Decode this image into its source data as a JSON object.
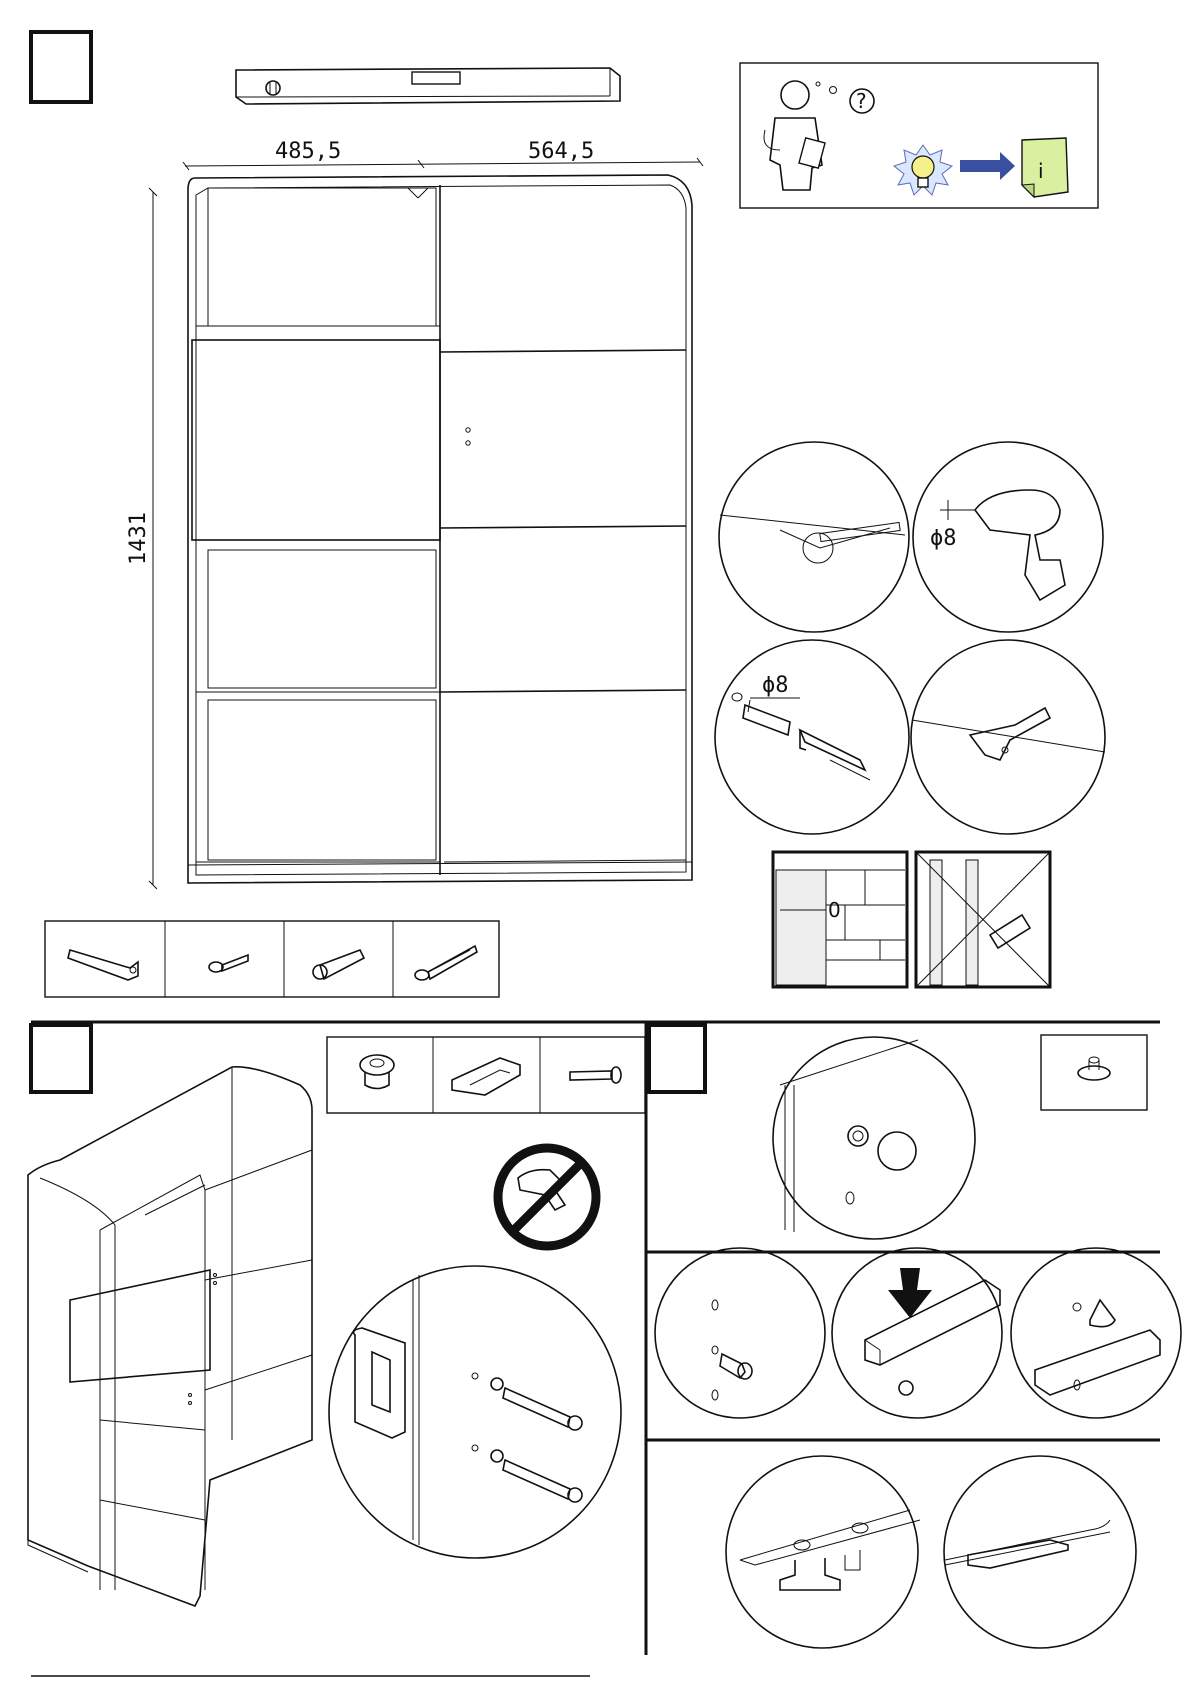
{
  "dimensions": {
    "width_left": "485,5",
    "width_right": "564,5",
    "height": "1431",
    "drill_diameter_1": "ϕ8",
    "drill_diameter_2": "ϕ8"
  },
  "info_box": {
    "question_mark": "?",
    "info_symbol": "i"
  },
  "wall_detail": {
    "wall_label": "0"
  },
  "icons": [
    "spirit-level-icon",
    "manual-person-icon",
    "lightbulb-icon",
    "info-document-icon",
    "drill-icon",
    "no-drill-icon",
    "bracket-icon",
    "screw-icon",
    "wall-plug-icon"
  ],
  "colors": {
    "ink": "#111111",
    "info_green": "#d8f0a0",
    "bulb_yellow": "#f6f08a",
    "arrow_blue": "#3a4fa0"
  }
}
